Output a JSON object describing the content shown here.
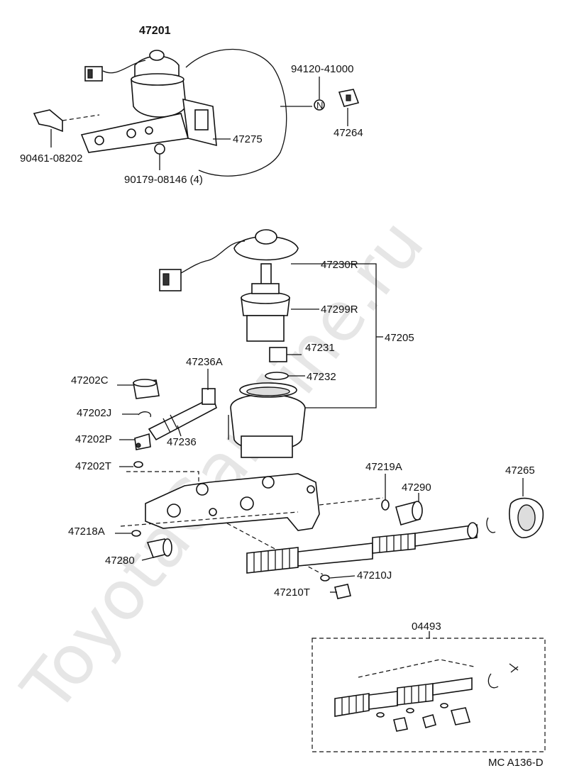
{
  "watermark": "ToyotaGarMine.ru",
  "top_assembly": {
    "title": "47201",
    "labels": {
      "p94120": "94120-41000",
      "p47264": "47264",
      "p47275": "47275",
      "p90461": "90461-08202",
      "p90179": "90179-08146 (4)"
    }
  },
  "reservoir": {
    "labels": {
      "p47230R": "47230R",
      "p47299R": "47299R",
      "p47205": "47205",
      "p47231": "47231",
      "p47232": "47232"
    }
  },
  "left_parts": {
    "labels": {
      "p47236A": "47236A",
      "p47202C": "47202C",
      "p47202J": "47202J",
      "p47202P": "47202P",
      "p47236": "47236",
      "p47202T": "47202T",
      "p47218A": "47218A",
      "p47280": "47280"
    }
  },
  "right_parts": {
    "labels": {
      "p47219A": "47219A",
      "p47290": "47290",
      "p47265": "47265",
      "p47210J": "47210J",
      "p47210T": "47210T"
    }
  },
  "kit": {
    "label": "04493"
  },
  "footer": {
    "code": "MC  A136-D"
  }
}
